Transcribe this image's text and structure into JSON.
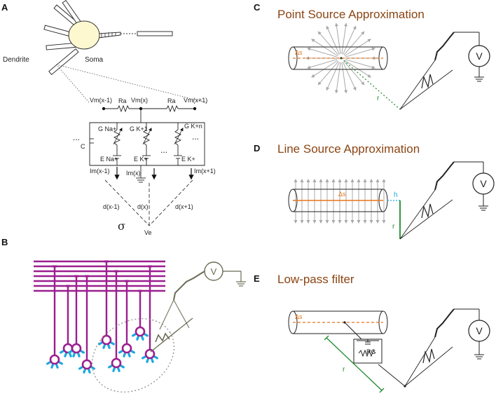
{
  "panels": {
    "a": {
      "letter": "A",
      "dendrite": "Dendrite",
      "soma": "Soma",
      "vm_prev": "Vm(x-1)",
      "vm_cur": "Vm(x)",
      "vm_next": "Vm(x+1)",
      "ra_left": "Ra",
      "ra_right": "Ra",
      "c": "C",
      "ellipsis_left": "...",
      "ellipsis_mid": "...",
      "ellipsis_right": "...",
      "g_na": "G Na+",
      "g_k": "G K+1",
      "g_kn": "G K+n",
      "e_na": "E Na+",
      "e_k1": "E K+",
      "e_k2": "E K+",
      "im_prev": "Im(x-1)",
      "im_cur": "Im(x)",
      "im_next": "Im(x+1)",
      "d_prev": "d(x-1)",
      "d_cur": "d(x)",
      "d_next": "d(x+1)",
      "sigma": "σ",
      "ve": "Ve"
    },
    "b": {
      "letter": "B",
      "voltmeter": "V"
    },
    "c": {
      "letter": "C",
      "title": "Point Source Approximation",
      "ds": "Δs",
      "r": "r",
      "voltmeter": "V"
    },
    "d": {
      "letter": "D",
      "title": "Line Source Approximation",
      "ds": "Δs",
      "h": "h",
      "r": "r",
      "voltmeter": "V"
    },
    "e": {
      "letter": "E",
      "title": "Low-pass filter",
      "ds": "Δs",
      "rc": "RC",
      "r": "r",
      "voltmeter": "V"
    }
  },
  "colors": {
    "title": "#8B4513",
    "purple": "#9B1F8F",
    "cyan": "#1BA8E0",
    "orange": "#E8751A",
    "green": "#1E8A2E",
    "electrode": "#6B6B55",
    "gray_arrow": "#A8A8A8"
  }
}
